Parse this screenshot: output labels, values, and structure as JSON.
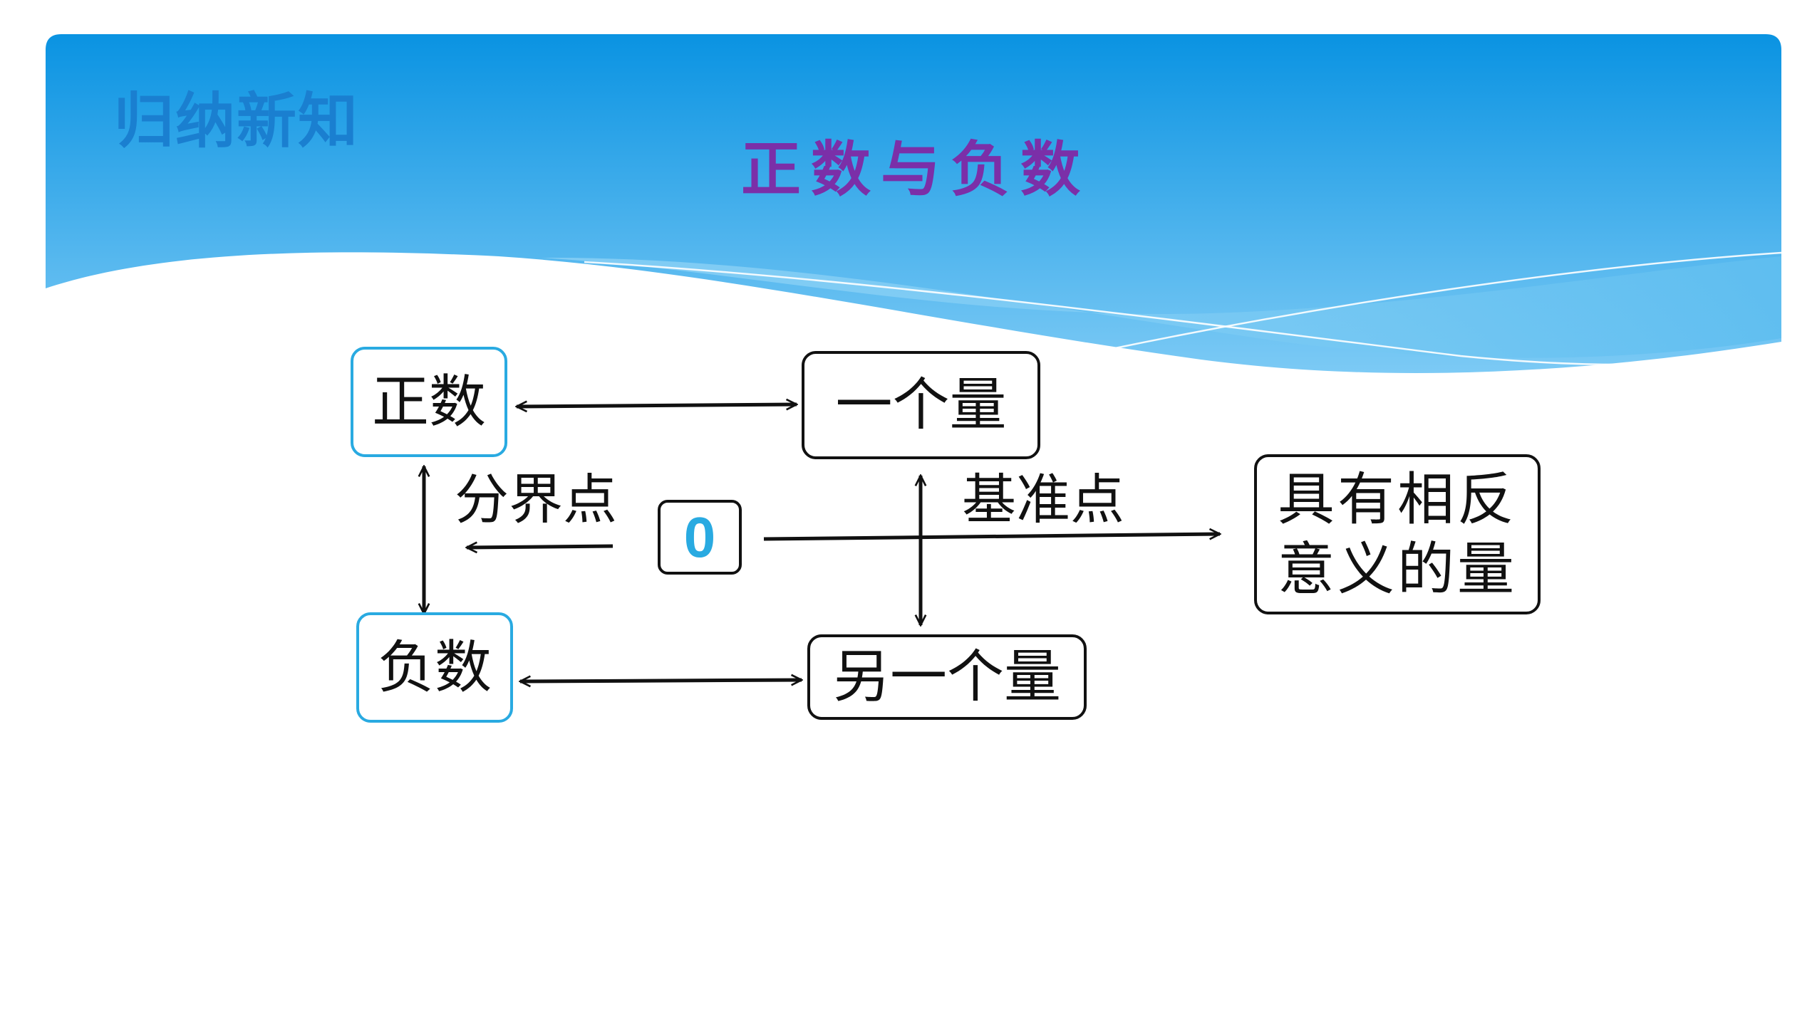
{
  "slide": {
    "section_label": "归纳新知",
    "title": "正数与负数"
  },
  "diagram": {
    "nodes": {
      "positive": "正数",
      "negative": "负数",
      "zero": "0",
      "one_quantity": "一个量",
      "other_quantity": "另一个量",
      "opposite_line1": "具有相反",
      "opposite_line2": "意义的量"
    },
    "edge_labels": {
      "boundary": "分界点",
      "reference": "基准点"
    }
  },
  "colors": {
    "banner_top": "#0a93e2",
    "banner_bottom": "#7ccaf5",
    "section_label": "#1a7fd0",
    "title": "#7b2fa8",
    "node_blue_border": "#29aae1",
    "node_black_border": "#111111",
    "zero_text": "#29aae1"
  }
}
